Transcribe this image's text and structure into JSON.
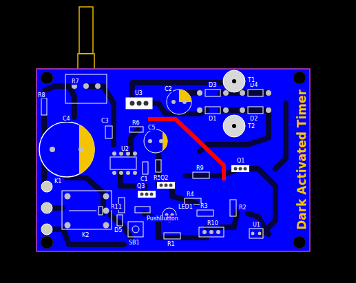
{
  "diagram": {
    "title": "Dark Activated Timer",
    "labels": [
      "R7",
      "R8",
      "U3",
      "C2",
      "D3",
      "D4",
      "D1",
      "D2",
      "T1",
      "T2",
      "C4",
      "C3",
      "R6",
      "C5",
      "U2",
      "C1",
      "R5",
      "Q1",
      "Q2",
      "R9",
      "R4",
      "R2",
      "R3",
      "LED1",
      "R1",
      "R10",
      "U1",
      "K2",
      "K1",
      "Q3",
      "R11",
      "SB1",
      "PushButton",
      "D5"
    ]
  }
}
